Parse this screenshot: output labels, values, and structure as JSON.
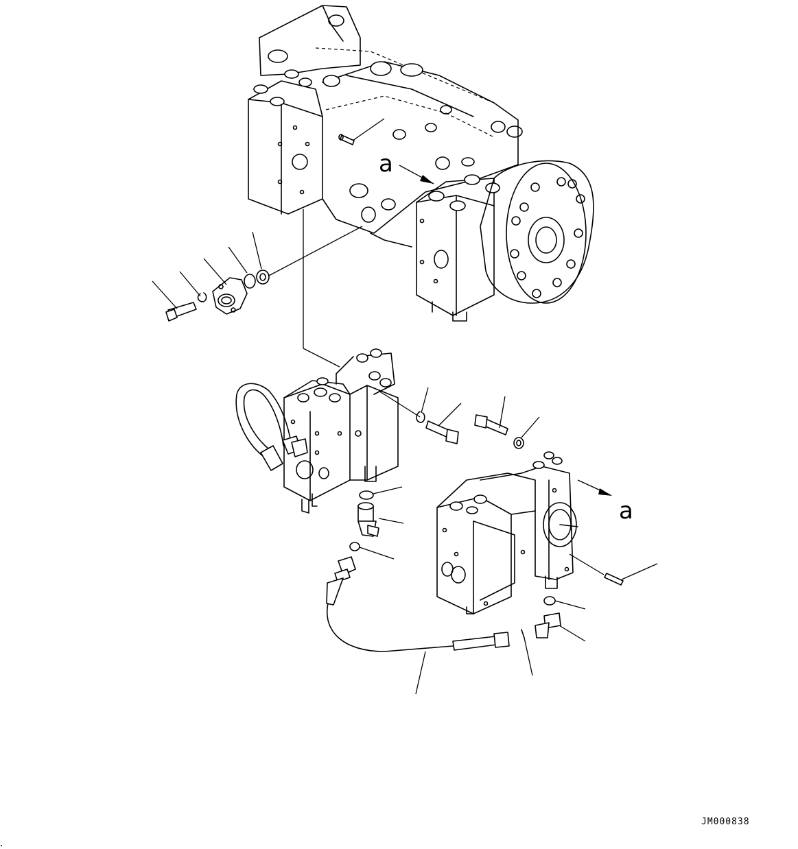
{
  "drawing": {
    "view_marker_top": "a",
    "view_marker_right": "a",
    "drawing_number": "JM000838"
  },
  "colors": {
    "line": "#000000",
    "background": "#ffffff"
  }
}
